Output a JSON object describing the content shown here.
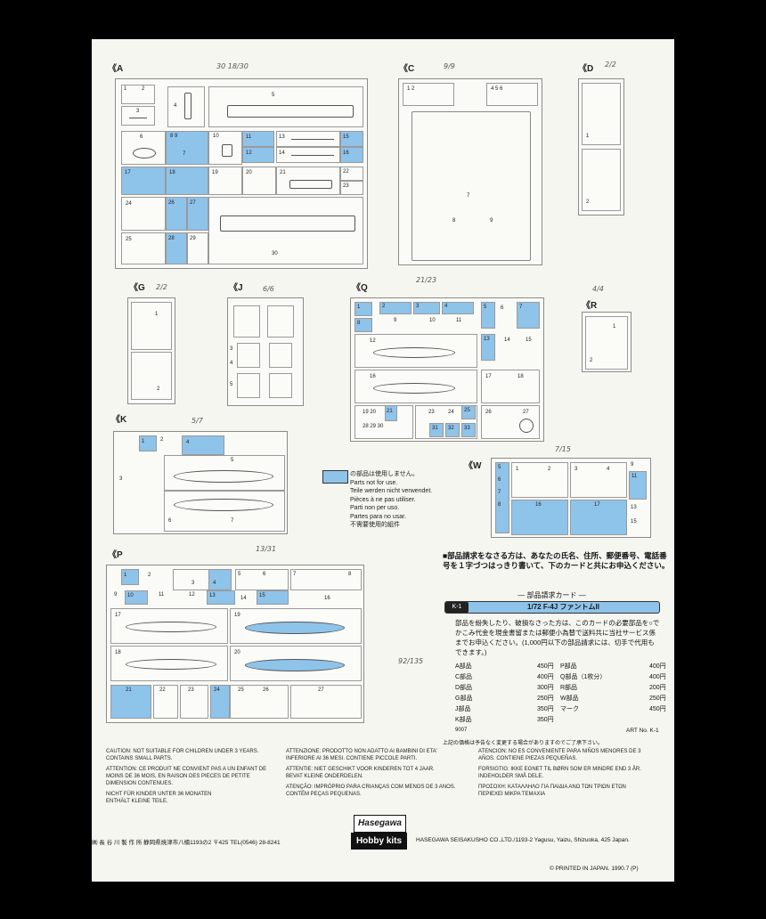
{
  "frames": {
    "A": {
      "label": "《A",
      "note": "30  18/30"
    },
    "C": {
      "label": "《C",
      "note": "9/9"
    },
    "D": {
      "label": "《D",
      "note": "2/2"
    },
    "G": {
      "label": "《G",
      "note": "2/2"
    },
    "J": {
      "label": "《J",
      "note": "6/6"
    },
    "Q": {
      "label": "《Q",
      "note": "21/23"
    },
    "R": {
      "label": "《R",
      "note": "4/4"
    },
    "K": {
      "label": "《K",
      "note": "5/7"
    },
    "W": {
      "label": "《W",
      "note": "7/15"
    },
    "P": {
      "label": "《P",
      "note": "13/31"
    }
  },
  "side_note": "92/135",
  "legend": {
    "lines": [
      "の部品は使用しません。",
      "Parts not for use.",
      "Teile werden nicht verwendet.",
      "Pièces à ne pas utiliser.",
      "Parti non per uso.",
      "Partes para no usar.",
      "不需要使用的組件"
    ]
  },
  "order": {
    "heading": "■部品請求をなさる方は、あなたの氏名、住所、郵便番号、電話番号を１字づつはっきり書いて、下のカードと共にお申込ください。",
    "card_title": "— 部品請求カード —",
    "card_code": "K-1",
    "card_name": "1/72 F-4J ファントムII",
    "body": "部品を紛失したり、破損なさった方は、このカードの必要部品を○でかこみ代金を現金書留または郵便小為替で送料共に当社サービス係までお申込ください。(1,000円以下の部品請求には、切手で代用もできます。)",
    "prices_left": [
      {
        "part": "A部品",
        "price": "450円"
      },
      {
        "part": "C部品",
        "price": "400円"
      },
      {
        "part": "D部品",
        "price": "300円"
      },
      {
        "part": "G部品",
        "price": "250円"
      },
      {
        "part": "J部品",
        "price": "350円"
      },
      {
        "part": "K部品",
        "price": "350円"
      }
    ],
    "prices_right": [
      {
        "part": "P部品",
        "price": "400円"
      },
      {
        "part": "Q部品（1枚分）",
        "price": "400円"
      },
      {
        "part": "R部品",
        "price": "200円"
      },
      {
        "part": "W部品",
        "price": "250円"
      },
      {
        "part": "マーク",
        "price": "450円"
      }
    ],
    "code_left": "9007",
    "footer_note": "上記の価格は予告なく変更する場合がありますのでご了承下さい。",
    "art_no": "ART No. K-1"
  },
  "warnings": {
    "col1": [
      "CAUTION: NOT SUITABLE FOR CHILDREN UNDER 3 YEARS.",
      "CONTAINS SMALL PARTS.",
      "",
      "ATTENTION: CE PRODUIT NE CONVIENT PAS A UN ENFANT DE",
      "MOINS DE 36 MOIS, EN RAISON DES PIECES DE PETITE",
      "DIMENSION CONTENUES.",
      "",
      "NICHT FÜR KINDER UNTER 36 MONATEN",
      "ENTHÄLT KLEINE TEILE."
    ],
    "col2": [
      "ATTENZIONE: PRODOTTO NON ADATTO AI BAMBINI DI ETA'",
      "INFERIORE AI 36 MESI. CONTIENE PICCOLE PARTI.",
      "",
      "ATTENTIE: NIET GESCHIKT VOOR KINDEREN TOT 4 JAAR.",
      "BEVAT KLEINE ONDERDELEN.",
      "",
      "ATENÇÃO: IMPRÓPRIO PARA CRIANÇAS COM MENOS DE 3 ANOS.",
      "CONTÉM PEÇAS PEQUENAS."
    ],
    "col3": [
      "ATENCION: NO ES CONVENIENTE PARA NIÑOS MENORES DE 3",
      "AÑOS. CONTIENE PIEZAS PEQUEÑAS.",
      "",
      "FORSIGTIG: IKKE EGNET TIL BØRN SOM ER MINDRE END 3 ÅR.",
      "INDEHOLDER SMÅ DELE.",
      "",
      "ΠΡΟΣΟΧΗ: ΚΑΤΑΛΛΗΛΟ ΓΙΑ ΠΑΙΔΙΑ ΑΝΩ ΤΩΝ ΤΡΙΩΝ ΕΤΩΝ",
      "ΠΕΡΙΕΧΕΙ ΜΙΚΡΑ ΤΕΜΑΧΙΑ"
    ]
  },
  "footer": {
    "jp_company": "㈱ 長 谷 川 製 作 所  静岡県焼津市八楠1193の2 〒425 TEL(0546) 28-8241",
    "en_company": "HASEGAWA SEISAKUSHO CO.,LTD./1193-2 Yagusu, Yaizu, Shizuoka, 425 Japan.",
    "printed": "© PRINTED IN JAPAN. 1990.7 (P)",
    "logo_top": "Hasegawa",
    "logo_bottom": "Hobby kits"
  }
}
